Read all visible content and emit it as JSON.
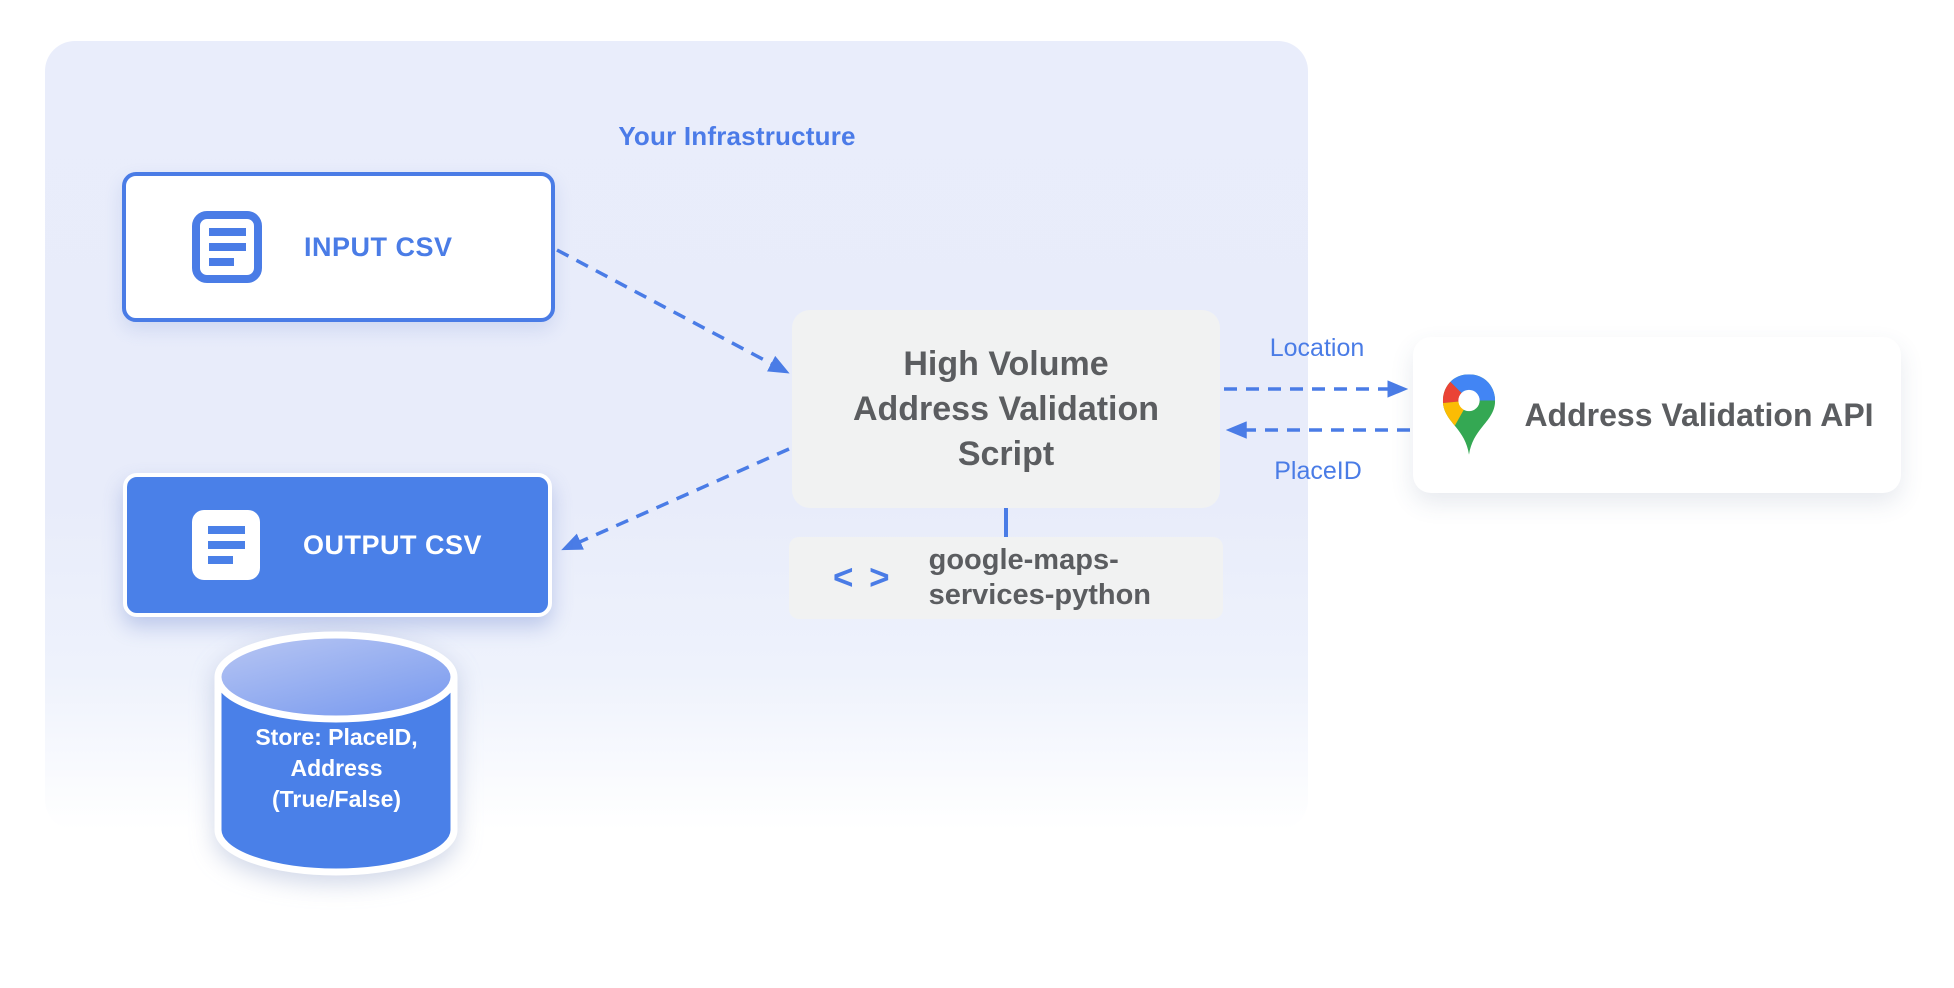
{
  "infrastructure": {
    "title": "Your Infrastructure"
  },
  "nodes": {
    "input_csv": {
      "label": "INPUT CSV"
    },
    "output_csv": {
      "label": "OUTPUT CSV"
    },
    "datastore": {
      "label": "Store: PlaceID,\nAddress\n(True/False)"
    },
    "script": {
      "label": "High Volume\nAddress Validation\nScript"
    },
    "library": {
      "label": "google-maps-\nservices-python",
      "icon_glyph": "< >"
    },
    "api": {
      "label": "Address Validation API"
    }
  },
  "edges": {
    "location_label": "Location",
    "placeid_label": "PlaceID"
  },
  "icons": {
    "input_csv_icon": "document-icon",
    "output_csv_icon": "document-icon",
    "library_icon": "code-icon",
    "api_icon": "google-maps-pin-icon",
    "datastore_icon": "database-cylinder-icon"
  },
  "colors": {
    "accent_blue": "#4a7ce6",
    "fill_blue": "#4a80e8",
    "container_bg": "#e9edfb",
    "box_gray": "#f1f2f2",
    "text_gray": "#5b5d60",
    "pin_red": "#ea4335",
    "pin_blue": "#4285f4",
    "pin_yellow": "#fbbc04",
    "pin_green": "#34a853",
    "cylinder_top_light": "#b9c7f3",
    "cylinder_top_dark": "#7d9def"
  }
}
